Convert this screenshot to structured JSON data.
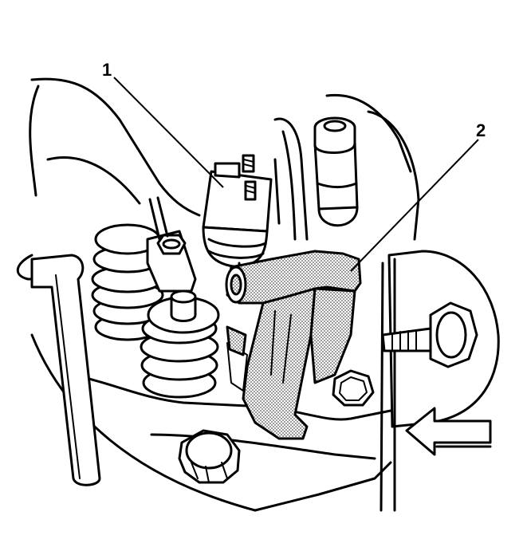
{
  "callouts": [
    {
      "id": "1",
      "label": "1"
    },
    {
      "id": "2",
      "label": "2"
    }
  ],
  "colors": {
    "line": "#000000",
    "background": "#ffffff",
    "tool_fill": "#888888"
  }
}
